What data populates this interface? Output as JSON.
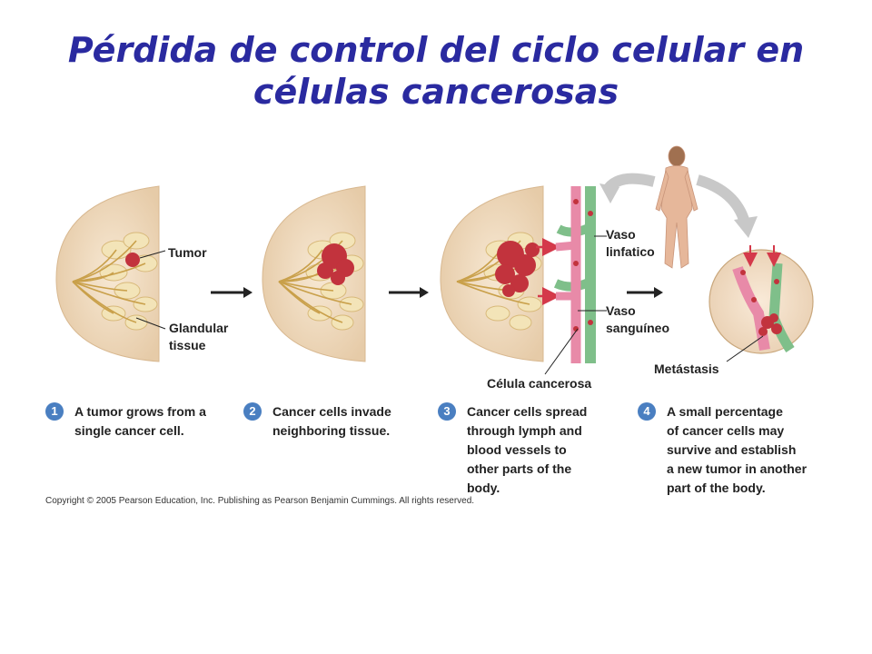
{
  "title": "Pérdida de control del ciclo celular en\ncélulas cancerosas",
  "labels": {
    "tumor": "Tumor",
    "glandular": "Glandular\ntissue",
    "vaso_linfatico": "Vaso\nlinfatico",
    "vaso_sanguineo": "Vaso\nsanguíneo",
    "celula_cancerosa": "Célula cancerosa",
    "metastasis": "Metástasis"
  },
  "steps": [
    {
      "number": "1",
      "text": "A tumor grows from a\nsingle cancer cell."
    },
    {
      "number": "2",
      "text": "Cancer cells invade\nneighboring tissue."
    },
    {
      "number": "3",
      "text": "Cancer cells spread\nthrough lymph and\nblood vessels to\nother parts of the\nbody."
    },
    {
      "number": "4",
      "text": "A small percentage\nof cancer cells may\nsurvive and establish\na new tumor in another\npart of the body."
    }
  ],
  "copyright": "Copyright © 2005 Pearson Education, Inc. Publishing as Pearson Benjamin Cummings. All rights reserved.",
  "colors": {
    "title": "#2a2aa0",
    "breast": "#f1dcc0",
    "tumor": "#c2333d",
    "lymph_vessel": "#7fbf8a",
    "blood_vessel": "#e88aa8",
    "step_badge": "#4a7fc1",
    "gray_arrow": "#c8c8c8"
  }
}
